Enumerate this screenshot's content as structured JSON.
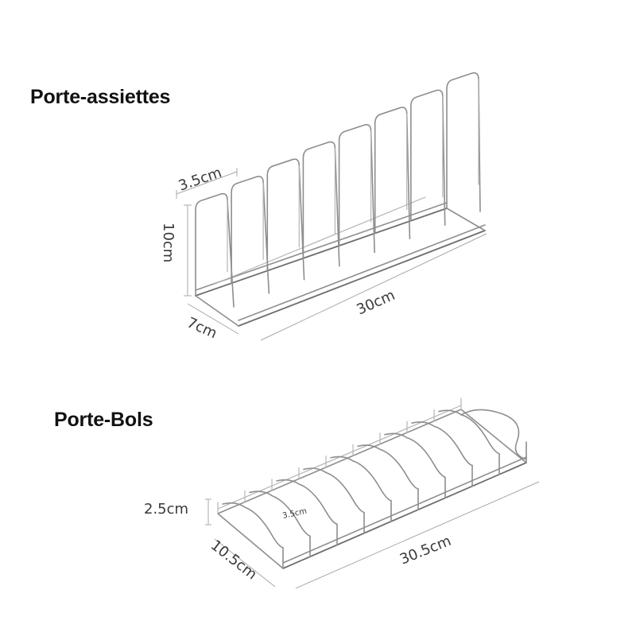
{
  "titles": {
    "plates": "Porte-assiettes",
    "bowls": "Porte-Bols"
  },
  "plates_rack": {
    "dividers": 8,
    "dims": {
      "divider_gap": "3.5cm",
      "height": "10cm",
      "depth": "7cm",
      "length": "30cm"
    }
  },
  "bowls_rack": {
    "slots": 9,
    "dims": {
      "height": "2.5cm",
      "slot": "3.5cm",
      "depth": "10.5cm",
      "length": "30.5cm"
    }
  },
  "colors": {
    "wire": "#8e8e8e",
    "text": "#111111",
    "dimension_text": "#3a3a3a"
  }
}
